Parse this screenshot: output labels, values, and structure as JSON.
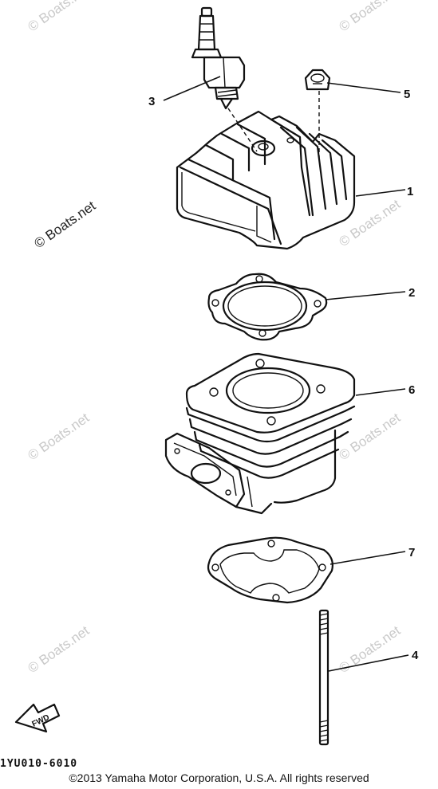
{
  "watermark": {
    "text": "© Boats.net"
  },
  "callouts": {
    "head": "1",
    "head_gasket": "2",
    "spark_plug": "3",
    "stud_bolt": "4",
    "nut": "5",
    "cylinder": "6",
    "base_gasket": "7"
  },
  "fwd_label": "FWD",
  "diagram_code": "1YU010-6010",
  "copyright": "©2013 Yamaha Motor Corporation, U.S.A. All rights reserved"
}
